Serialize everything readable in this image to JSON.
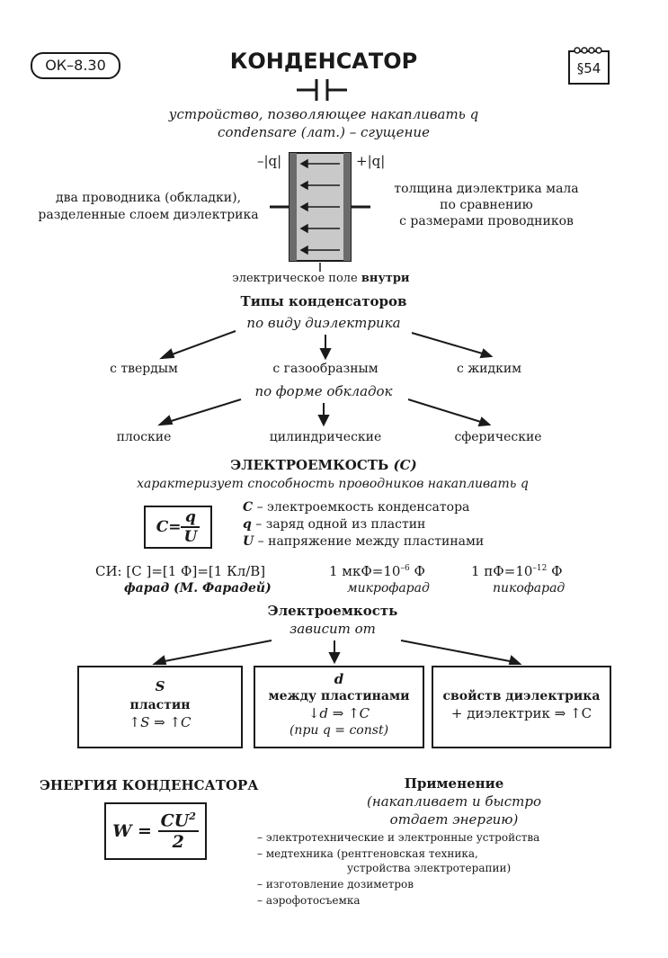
{
  "header": {
    "badge": "ОК–8.30",
    "title": "КОНДЕНСАТОР",
    "paragraph": "§54"
  },
  "definition": {
    "line1": "устройство, позволяющее накапливать q",
    "line2": "condensare (лат.) – сгущение"
  },
  "diagram": {
    "left_charge": "–|q|",
    "right_charge": "+|q|",
    "left_label_1": "два проводника (обкладки),",
    "left_label_2": "разделенные слоем диэлектрика",
    "right_label_1": "толщина диэлектрика мала",
    "right_label_2": "по сравнению",
    "right_label_3": "с размерами проводников",
    "bottom_label": "электрическое поле",
    "bottom_label_bold": "внутри"
  },
  "types": {
    "heading": "Типы конденсаторов",
    "by_dielectric": "по виду диэлектрика",
    "dielectric_items": [
      "с твердым",
      "с газообразным",
      "с жидким"
    ],
    "by_plates": "по форме обкладок",
    "plate_items": [
      "плоские",
      "цилиндрические",
      "сферические"
    ]
  },
  "capacitance": {
    "heading": "ЭЛЕКТРОЕМКОСТЬ",
    "symbol": "(C)",
    "description": "характеризует способность проводников накапливать q",
    "formula_lhs": "C=",
    "formula_num": "q",
    "formula_den": "U",
    "legend": [
      {
        "sym": "C",
        "text": " – электроемкость конденсатора"
      },
      {
        "sym": "q",
        "text": " – заряд одной из пластин"
      },
      {
        "sym": "U",
        "text": " – напряжение между пластинами"
      }
    ],
    "units": {
      "si": "СИ: [C ]=[1 Ф]=[1 Кл/В]",
      "si_note": "фарад (М. Фарадей)",
      "micro": "1 мкФ=10",
      "micro_exp": "–6",
      "micro_unit": " Ф",
      "micro_note": "микрофарад",
      "pico": "1 пФ=10",
      "pico_exp": "–12",
      "pico_unit": " Ф",
      "pico_note": "пикофарад"
    }
  },
  "depends": {
    "heading": "Электроемкость",
    "sub": "зависит от",
    "box1": {
      "line1": "S",
      "line2": "пластин",
      "line3": "↑S ⇒ ↑C"
    },
    "box2": {
      "line1": "d",
      "line2": "между пластинами",
      "line3": "↓d ⇒ ↑C",
      "line4": "(при q = const)"
    },
    "box3": {
      "line1": "свойств диэлектрика",
      "line2": "+ диэлектрик ⇒ ↑C"
    }
  },
  "energy": {
    "heading": "ЭНЕРГИЯ КОНДЕНСАТОРА",
    "lhs": "W =",
    "num": "CU",
    "num_exp": "2",
    "den": "2"
  },
  "application": {
    "heading": "Применение",
    "sub1": "(накапливает и быстро",
    "sub2": "отдает энергию)",
    "items": [
      "– электротехнические  и электронные устройства",
      "– медтехника (рентгеновская техника,",
      "устройства электротерапии)",
      "– изготовление дозиметров",
      "– аэрофотосъемка"
    ]
  }
}
